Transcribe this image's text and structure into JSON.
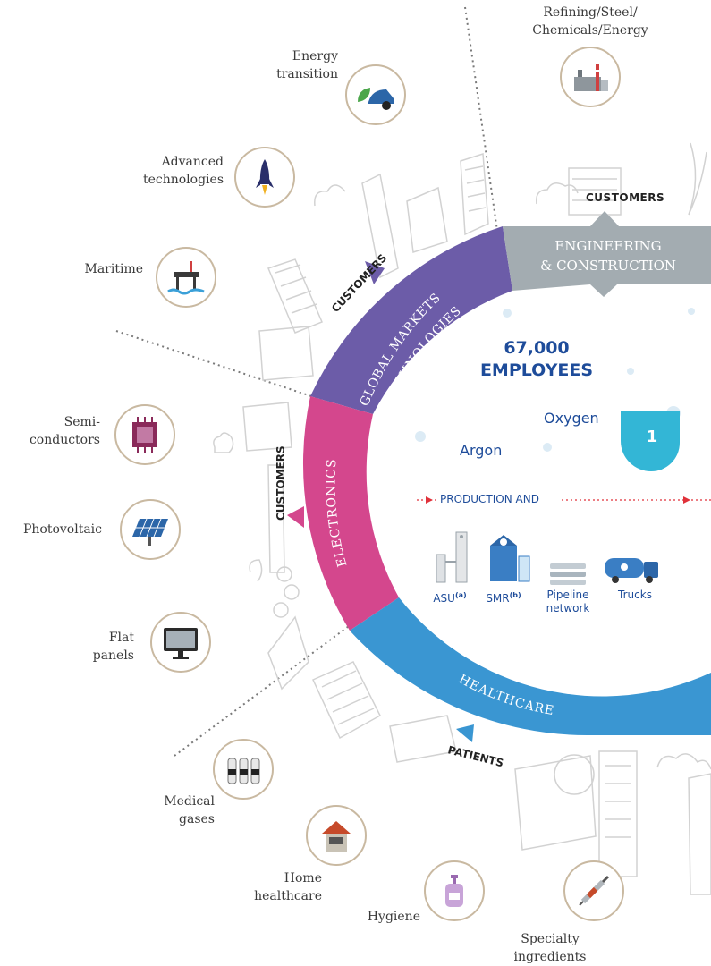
{
  "segments": {
    "global_markets": {
      "line1": "GLOBAL MARKETS",
      "line2": "& TECHNOLOGIES",
      "color": "#6c5ca8"
    },
    "engineering": {
      "line1": "ENGINEERING",
      "line2": "& CONSTRUCTION",
      "color": "#a3acb1"
    },
    "electronics": {
      "label": "ELECTRONICS",
      "color": "#d4478d"
    },
    "healthcare": {
      "label": "HEALTHCARE",
      "color": "#3a96d2"
    }
  },
  "customer_tags": {
    "global_markets": "CUSTOMERS",
    "engineering": "CUSTOMERS",
    "electronics": "CUSTOMERS",
    "healthcare": "PATIENTS"
  },
  "center": {
    "employees_count": "67,000",
    "employees_label": "EMPLOYEES",
    "gas_oxygen": "Oxygen",
    "gas_argon": "Argon",
    "step_number": "1",
    "production_label": "PRODUCTION AND",
    "production_items": [
      {
        "label": "ASU",
        "sup": "(a)"
      },
      {
        "label": "SMR",
        "sup": "(b)"
      },
      {
        "label": "Pipeline",
        "label2": "network"
      },
      {
        "label": "Trucks"
      }
    ]
  },
  "markets": {
    "refining": {
      "line1": "Refining/Steel/",
      "line2": "Chemicals/Energy"
    },
    "energy_transition": {
      "line1": "Energy",
      "line2": "transition"
    },
    "advanced_tech": {
      "line1": "Advanced",
      "line2": "technologies"
    },
    "maritime": {
      "line1": "Maritime"
    },
    "semiconductors": {
      "line1": "Semi-",
      "line2": "conductors"
    },
    "photovoltaic": {
      "line1": "Photovoltaic"
    },
    "flat_panels": {
      "line1": "Flat",
      "line2": "panels"
    },
    "medical_gases": {
      "line1": "Medical",
      "line2": "gases"
    },
    "home_healthcare": {
      "line1": "Home",
      "line2": "healthcare"
    },
    "hygiene": {
      "line1": "Hygiene"
    },
    "specialty": {
      "line1": "Specialty",
      "line2": "ingredients"
    }
  },
  "colors": {
    "icon_border": "#c9b9a1",
    "text_blue": "#1e4c9a",
    "teal": "#33b6d6",
    "production_arrow": "#e0313a"
  }
}
